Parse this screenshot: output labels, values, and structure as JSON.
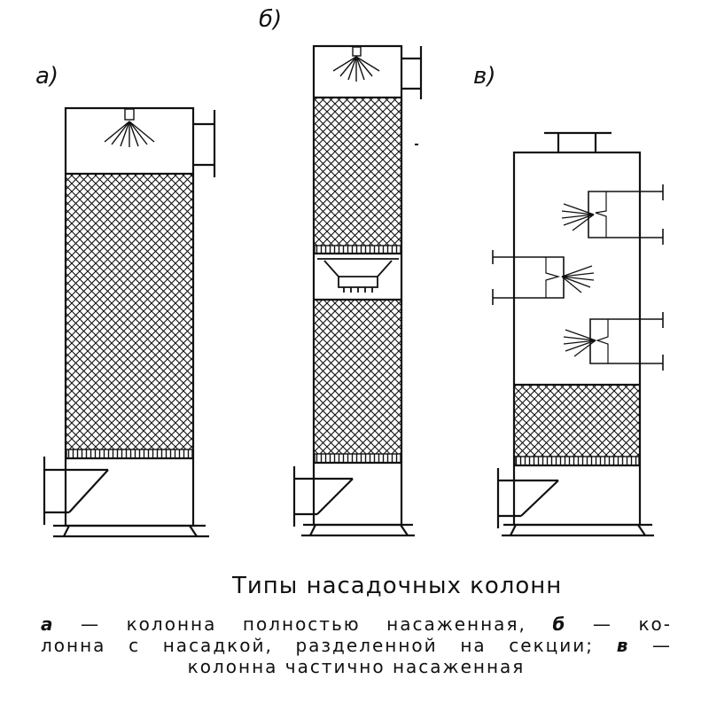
{
  "figure": {
    "labels": {
      "a": "а)",
      "b": "б)",
      "c": "в)"
    }
  },
  "caption": {
    "title": "Типы насадочных колонн",
    "key_a": "а",
    "text_a": " — колонна полностью насаженная, ",
    "key_b": "б",
    "text_b1": " — ко-",
    "text_b2": "лонна с насадкой, разделенной на секции; ",
    "key_c": "в",
    "text_c1": " —",
    "text_c2": "колонна частично насаженная"
  }
}
